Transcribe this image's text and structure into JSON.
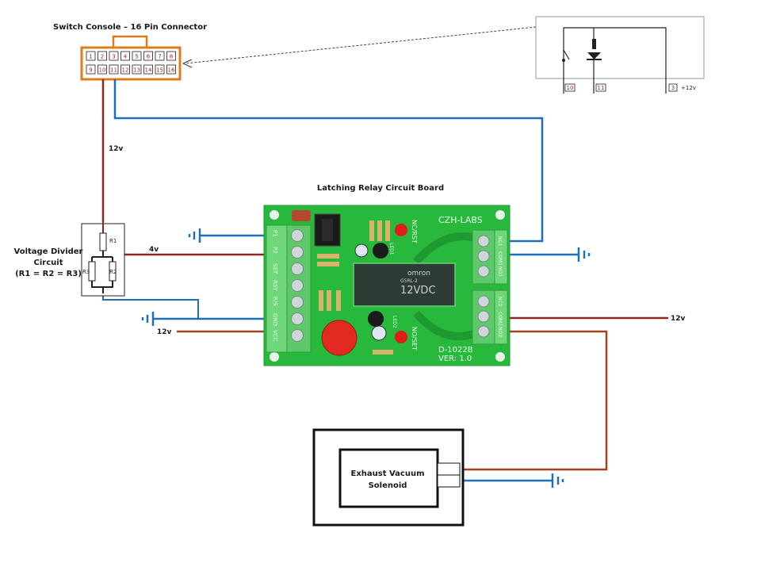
{
  "colors": {
    "positive_wire": "#8b2a1e",
    "positive_wire_alt": "#a4441e",
    "ground_wire": "#1f6fb8",
    "connector_outline": "#e07b1a",
    "board_green": "#27b83c",
    "terminal_green": "#6fd67a",
    "led_red": "#e21b1b",
    "button_red": "#e12b22"
  },
  "labels": {
    "switch_console": "Switch Console – 16 Pin Connector",
    "relay_board": "Latching Relay Circuit Board",
    "voltage_divider_line1": "Voltage Divider",
    "voltage_divider_line2": "Circuit",
    "voltage_divider_line3": "(R1 = R2 = R3)",
    "solenoid_line1": "Exhaust Vacuum",
    "solenoid_line2": "Solenoid"
  },
  "connector": {
    "row1": [
      "1",
      "2",
      "3",
      "4",
      "5",
      "6",
      "7",
      "8"
    ],
    "row2": [
      "9",
      "10",
      "11",
      "12",
      "13",
      "14",
      "15",
      "16"
    ]
  },
  "switch_detail": {
    "pins": [
      "10",
      "11",
      "3"
    ],
    "supply_label": "+12v"
  },
  "resistors": [
    "R1",
    "R2",
    "R3"
  ],
  "wire_labels": {
    "connector_to_divider": "12v",
    "divider_to_board": "4v",
    "board_input_12v": "12v",
    "board_output_12v": "12v"
  },
  "board": {
    "brand": "CZH-LABS",
    "model": "D-1022B",
    "version": "VER: 1.0",
    "relay_brand": "omron",
    "relay_rating": "12VDC",
    "relay_model": "G5RL-2",
    "led_top_label": "NC/RST",
    "led_bottom_label": "NO/SET",
    "led1": "LED1",
    "led2": "LED2",
    "left_terminals": [
      "P1",
      "P2",
      "SET",
      "RST",
      "R/S",
      "GND",
      "VCC"
    ],
    "right_top_terminals": [
      "NC1",
      "COM1",
      "NO1"
    ],
    "right_bottom_terminals": [
      "NC2",
      "COM2",
      "NO2"
    ]
  }
}
